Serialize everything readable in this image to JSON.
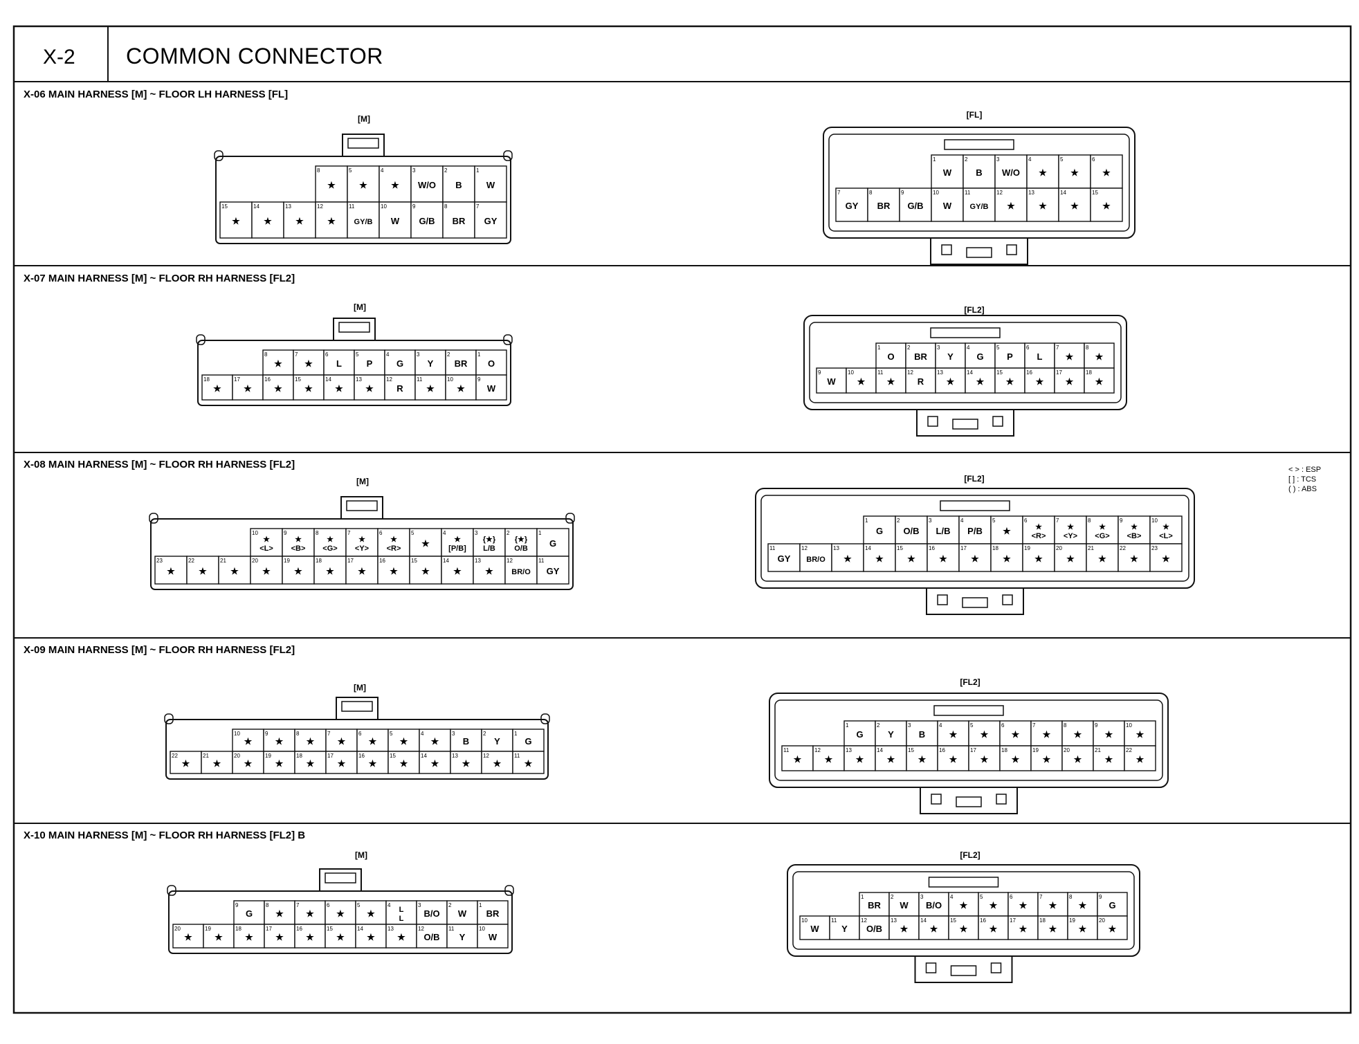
{
  "header": {
    "code": "X-2",
    "title": "COMMON CONNECTOR"
  },
  "legend": [
    "< > : ESP",
    "[ ] : TCS",
    "( ) : ABS"
  ],
  "sections": [
    {
      "title": "X-06 MAIN HARNESS [M] ~ FLOOR LH HARNESS [FL]",
      "left": {
        "label": "[M]",
        "top": [
          [
            "8",
            "★"
          ],
          [
            "5",
            "★"
          ],
          [
            "4",
            "★"
          ],
          [
            "3",
            "W/O"
          ],
          [
            "2",
            "B"
          ],
          [
            "1",
            "W"
          ]
        ],
        "bottom": [
          [
            "15",
            "★"
          ],
          [
            "14",
            "★"
          ],
          [
            "13",
            "★"
          ],
          [
            "12",
            "★"
          ],
          [
            "11",
            "GY/B"
          ],
          [
            "10",
            "W"
          ],
          [
            "9",
            "G/B"
          ],
          [
            "8",
            "BR"
          ],
          [
            "7",
            "GY"
          ]
        ]
      },
      "right": {
        "label": "[FL]",
        "top": [
          [
            "1",
            "W"
          ],
          [
            "2",
            "B"
          ],
          [
            "3",
            "W/O"
          ],
          [
            "4",
            "★"
          ],
          [
            "5",
            "★"
          ],
          [
            "6",
            "★"
          ]
        ],
        "bottom": [
          [
            "7",
            "GY"
          ],
          [
            "8",
            "BR"
          ],
          [
            "9",
            "G/B"
          ],
          [
            "10",
            "W"
          ],
          [
            "11",
            "GY/B"
          ],
          [
            "12",
            "★"
          ],
          [
            "13",
            "★"
          ],
          [
            "14",
            "★"
          ],
          [
            "15",
            "★"
          ]
        ]
      }
    },
    {
      "title": "X-07 MAIN HARNESS [M] ~ FLOOR RH HARNESS [FL2]",
      "left": {
        "label": "[M]",
        "top": [
          [
            "8",
            "★"
          ],
          [
            "7",
            "★"
          ],
          [
            "6",
            "L"
          ],
          [
            "5",
            "P"
          ],
          [
            "4",
            "G"
          ],
          [
            "3",
            "Y"
          ],
          [
            "2",
            "BR"
          ],
          [
            "1",
            "O"
          ]
        ],
        "bottom": [
          [
            "18",
            "★"
          ],
          [
            "17",
            "★"
          ],
          [
            "16",
            "★"
          ],
          [
            "15",
            "★"
          ],
          [
            "14",
            "★"
          ],
          [
            "13",
            "★"
          ],
          [
            "12",
            "R"
          ],
          [
            "11",
            "★"
          ],
          [
            "10",
            "★"
          ],
          [
            "9",
            "W"
          ]
        ]
      },
      "right": {
        "label": "[FL2]",
        "top": [
          [
            "1",
            "O"
          ],
          [
            "2",
            "BR"
          ],
          [
            "3",
            "Y"
          ],
          [
            "4",
            "G"
          ],
          [
            "5",
            "P"
          ],
          [
            "6",
            "L"
          ],
          [
            "7",
            "★"
          ],
          [
            "8",
            "★"
          ]
        ],
        "bottom": [
          [
            "9",
            "W"
          ],
          [
            "10",
            "★"
          ],
          [
            "11",
            "★"
          ],
          [
            "12",
            "R"
          ],
          [
            "13",
            "★"
          ],
          [
            "14",
            "★"
          ],
          [
            "15",
            "★"
          ],
          [
            "16",
            "★"
          ],
          [
            "17",
            "★"
          ],
          [
            "18",
            "★"
          ]
        ]
      }
    },
    {
      "title": "X-08 MAIN HARNESS [M] ~ FLOOR RH HARNESS [FL2]",
      "left": {
        "label": "[M]",
        "top": [
          [
            "10",
            "★ <L>"
          ],
          [
            "9",
            "★ <B>"
          ],
          [
            "8",
            "★ <G>"
          ],
          [
            "7",
            "★ <Y>"
          ],
          [
            "6",
            "★ <R>"
          ],
          [
            "5",
            "★"
          ],
          [
            "4",
            "★ [P/B]"
          ],
          [
            "3",
            "{★} L/B"
          ],
          [
            "2",
            "{★} O/B"
          ],
          [
            "1",
            "G"
          ]
        ],
        "bottom": [
          [
            "23",
            "★"
          ],
          [
            "22",
            "★"
          ],
          [
            "21",
            "★"
          ],
          [
            "20",
            "★"
          ],
          [
            "19",
            "★"
          ],
          [
            "18",
            "★"
          ],
          [
            "17",
            "★"
          ],
          [
            "16",
            "★"
          ],
          [
            "15",
            "★"
          ],
          [
            "14",
            "★"
          ],
          [
            "13",
            "★"
          ],
          [
            "12",
            "BR/O"
          ],
          [
            "11",
            "GY"
          ]
        ]
      },
      "right": {
        "label": "[FL2]",
        "top": [
          [
            "1",
            "G"
          ],
          [
            "2",
            "O/B"
          ],
          [
            "3",
            "L/B"
          ],
          [
            "4",
            "P/B"
          ],
          [
            "5",
            "★"
          ],
          [
            "6",
            "★ <R>"
          ],
          [
            "7",
            "★ <Y>"
          ],
          [
            "8",
            "★ <G>"
          ],
          [
            "9",
            "★ <B>"
          ],
          [
            "10",
            "★ <L>"
          ]
        ],
        "bottom": [
          [
            "11",
            "GY"
          ],
          [
            "12",
            "BR/O"
          ],
          [
            "13",
            "★"
          ],
          [
            "14",
            "★"
          ],
          [
            "15",
            "★"
          ],
          [
            "16",
            "★"
          ],
          [
            "17",
            "★"
          ],
          [
            "18",
            "★"
          ],
          [
            "19",
            "★"
          ],
          [
            "20",
            "★"
          ],
          [
            "21",
            "★"
          ],
          [
            "22",
            "★"
          ],
          [
            "23",
            "★"
          ]
        ]
      }
    },
    {
      "title": "X-09 MAIN HARNESS [M] ~ FLOOR RH HARNESS [FL2]",
      "left": {
        "label": "[M]",
        "top": [
          [
            "10",
            "★"
          ],
          [
            "9",
            "★"
          ],
          [
            "8",
            "★"
          ],
          [
            "7",
            "★"
          ],
          [
            "6",
            "★"
          ],
          [
            "5",
            "★"
          ],
          [
            "4",
            "★"
          ],
          [
            "3",
            "B"
          ],
          [
            "2",
            "Y"
          ],
          [
            "1",
            "G"
          ]
        ],
        "bottom": [
          [
            "22",
            "★"
          ],
          [
            "21",
            "★"
          ],
          [
            "20",
            "★"
          ],
          [
            "19",
            "★"
          ],
          [
            "18",
            "★"
          ],
          [
            "17",
            "★"
          ],
          [
            "16",
            "★"
          ],
          [
            "15",
            "★"
          ],
          [
            "14",
            "★"
          ],
          [
            "13",
            "★"
          ],
          [
            "12",
            "★"
          ],
          [
            "11",
            "★"
          ]
        ]
      },
      "right": {
        "label": "[FL2]",
        "top": [
          [
            "1",
            "G"
          ],
          [
            "2",
            "Y"
          ],
          [
            "3",
            "B"
          ],
          [
            "4",
            "★"
          ],
          [
            "5",
            "★"
          ],
          [
            "6",
            "★"
          ],
          [
            "7",
            "★"
          ],
          [
            "8",
            "★"
          ],
          [
            "9",
            "★"
          ],
          [
            "10",
            "★"
          ]
        ],
        "bottom": [
          [
            "11",
            "★"
          ],
          [
            "12",
            "★"
          ],
          [
            "13",
            "★"
          ],
          [
            "14",
            "★"
          ],
          [
            "15",
            "★"
          ],
          [
            "16",
            "★"
          ],
          [
            "17",
            "★"
          ],
          [
            "18",
            "★"
          ],
          [
            "19",
            "★"
          ],
          [
            "20",
            "★"
          ],
          [
            "21",
            "★"
          ],
          [
            "22",
            "★"
          ]
        ]
      }
    },
    {
      "title": "X-10 MAIN HARNESS [M] ~ FLOOR RH HARNESS [FL2] B",
      "left": {
        "label": "[M]",
        "top": [
          [
            "9",
            "G"
          ],
          [
            "8",
            "★"
          ],
          [
            "7",
            "★"
          ],
          [
            "6",
            "★"
          ],
          [
            "5",
            "★"
          ],
          [
            "4",
            "L L"
          ],
          [
            "3",
            "B/O"
          ],
          [
            "2",
            "W"
          ],
          [
            "1",
            "BR"
          ]
        ],
        "bottom": [
          [
            "20",
            "★"
          ],
          [
            "19",
            "★"
          ],
          [
            "18",
            "★"
          ],
          [
            "17",
            "★"
          ],
          [
            "16",
            "★"
          ],
          [
            "15",
            "★"
          ],
          [
            "14",
            "★"
          ],
          [
            "13",
            "★"
          ],
          [
            "12",
            "O/B"
          ],
          [
            "11",
            "Y"
          ],
          [
            "10",
            "W"
          ]
        ]
      },
      "right": {
        "label": "[FL2]",
        "top": [
          [
            "1",
            "BR"
          ],
          [
            "2",
            "W"
          ],
          [
            "3",
            "B/O"
          ],
          [
            "4",
            "★"
          ],
          [
            "5",
            "★"
          ],
          [
            "6",
            "★"
          ],
          [
            "7",
            "★"
          ],
          [
            "8",
            "★"
          ],
          [
            "9",
            "G"
          ]
        ],
        "bottom": [
          [
            "10",
            "W"
          ],
          [
            "11",
            "Y"
          ],
          [
            "12",
            "O/B"
          ],
          [
            "13",
            "★"
          ],
          [
            "14",
            "★"
          ],
          [
            "15",
            "★"
          ],
          [
            "16",
            "★"
          ],
          [
            "17",
            "★"
          ],
          [
            "18",
            "★"
          ],
          [
            "19",
            "★"
          ],
          [
            "20",
            "★"
          ]
        ]
      }
    }
  ]
}
